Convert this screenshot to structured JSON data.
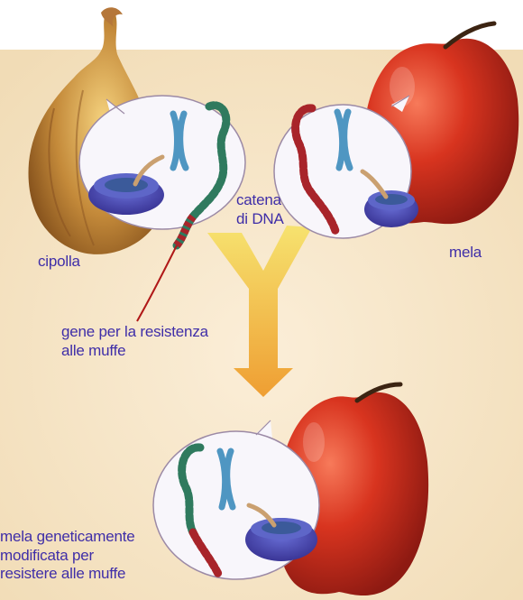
{
  "labels": {
    "onion": "cipolla",
    "apple": "mela",
    "dna_chain": [
      "catena",
      "di DNA"
    ],
    "gene": [
      "gene per la resistenza",
      "alle muffe"
    ],
    "result": [
      "mela geneticamente",
      "modificata per",
      "resistere alle muffe"
    ]
  },
  "colors": {
    "label_text": "#3f2ea8",
    "background": "#f5e4c4",
    "apple": "#d8341f",
    "onion": "#c48a3a",
    "arrow": "#f0c23a",
    "onion_dna": "#2f7a5e",
    "apple_dna": "#a8242a",
    "chromosome": "#58a0c8",
    "nucleus": "#4b47b6"
  }
}
